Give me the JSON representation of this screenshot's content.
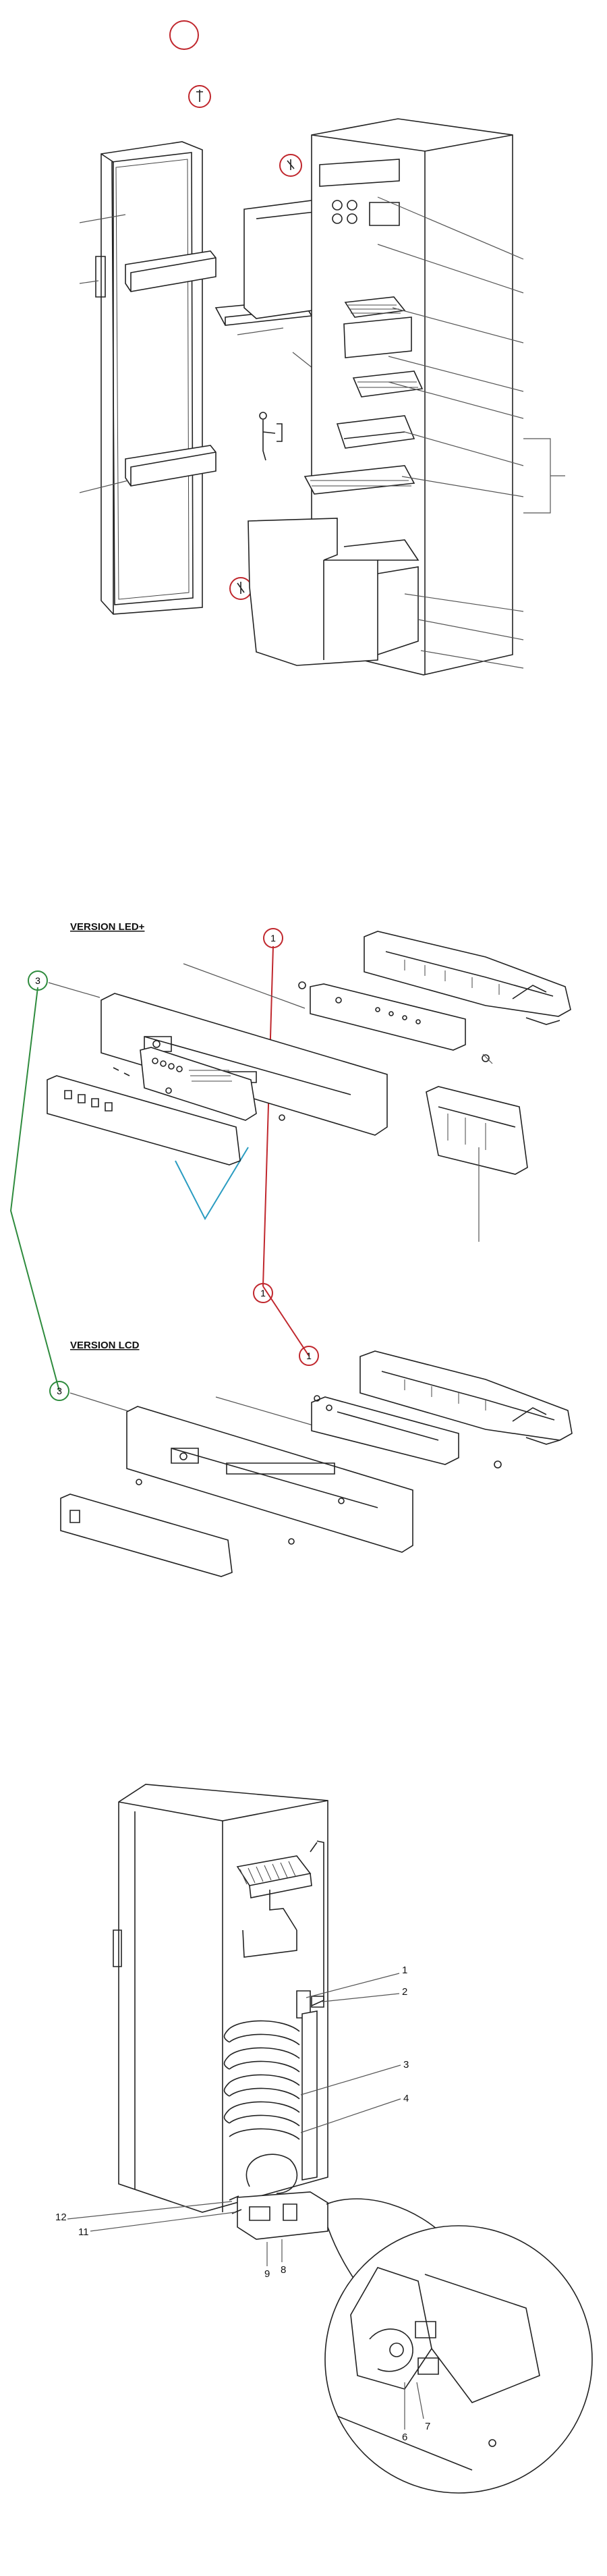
{
  "panel2": {
    "version_led_label": "VERSION LED+",
    "version_lcd_label": "VERSION LCD",
    "callout_1": "1",
    "callout_3": "3"
  },
  "panel3": {
    "labels": [
      "1",
      "2",
      "3",
      "4",
      "6",
      "7",
      "8",
      "9",
      "11",
      "12"
    ]
  },
  "colors": {
    "red_callout": "#c0272d",
    "green_callout": "#2e8b3d",
    "blue_pointer": "#2a9cc1"
  }
}
